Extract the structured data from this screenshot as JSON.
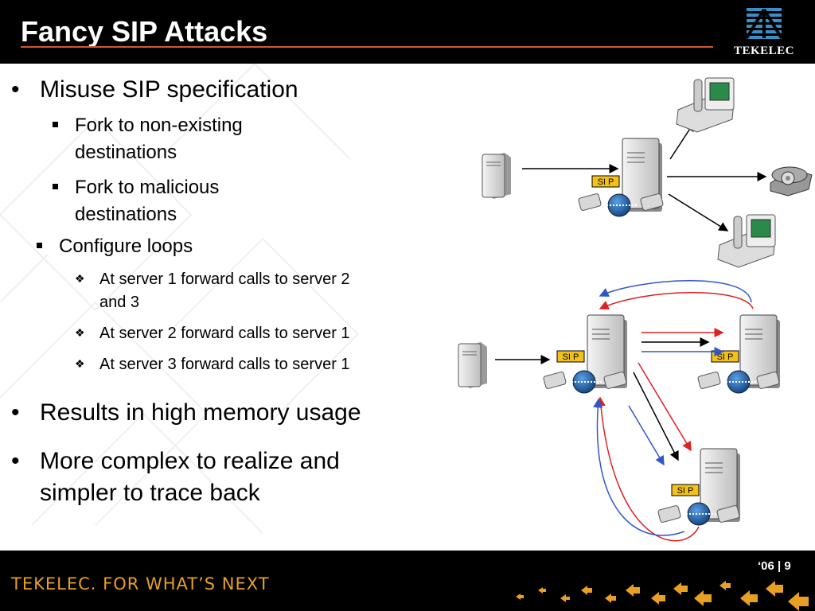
{
  "slide": {
    "title": "Fancy SIP Attacks",
    "logo_text": "TEKELEC",
    "slogan": "TEKELEC. FOR WHAT’S NEXT",
    "page_number": "‘06 | 9",
    "colors": {
      "header_bg": "#000000",
      "accent": "#d2562a",
      "slogan": "#e8a024",
      "sip_label": "#f2c21b",
      "arrow_red": "#e02020",
      "arrow_blue": "#3355cc"
    }
  },
  "bullets": {
    "l1_misuse": "Misuse SIP specification",
    "l2_fork_nonexisting_1": "Fork to non-existing",
    "l2_fork_nonexisting_2": "destinations",
    "l2_fork_malicious_1": "Fork to malicious",
    "l2_fork_malicious_2": "destinations",
    "l2_configure_loops": "Configure loops",
    "l3_server1_1": "At server 1 forward calls to server 2",
    "l3_server1_2": "and 3",
    "l3_server2": "At server 2 forward calls to server 1",
    "l3_server3": "At server 3 forward calls to server 1",
    "l1_memory": "Results in high memory usage",
    "l1_complex_1": "More complex to realize and",
    "l1_complex_2": "simpler to trace back"
  },
  "diagram": {
    "sip_labels": [
      "SI P",
      "SI P",
      "SI P",
      "SI P"
    ],
    "icons": [
      "client-computer-icon",
      "sip-server-icon",
      "ip-phone-icon",
      "desk-phone-icon",
      "globe-icon"
    ]
  }
}
